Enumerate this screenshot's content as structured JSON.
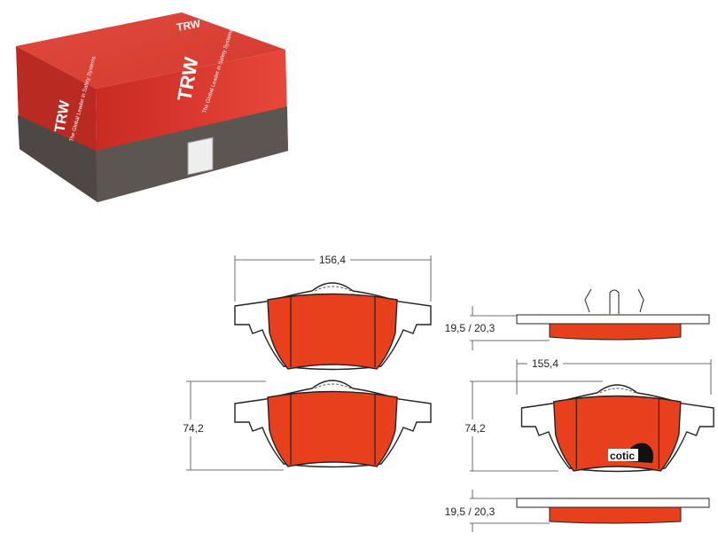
{
  "box": {
    "brand": "TRW",
    "slogan": "The Global Leader in Safety Systems"
  },
  "drawing": {
    "width_top": "156,4",
    "width_right": "155,4",
    "height_left": "74,2",
    "height_right": "74,2",
    "thickness_top": "19,5 / 20,3",
    "thickness_bottom": "19,5 / 20,3",
    "badge": "cotic"
  },
  "colors": {
    "pad": "#e8401c",
    "box_red": "#d9372b",
    "box_gray": "#5b5651"
  }
}
